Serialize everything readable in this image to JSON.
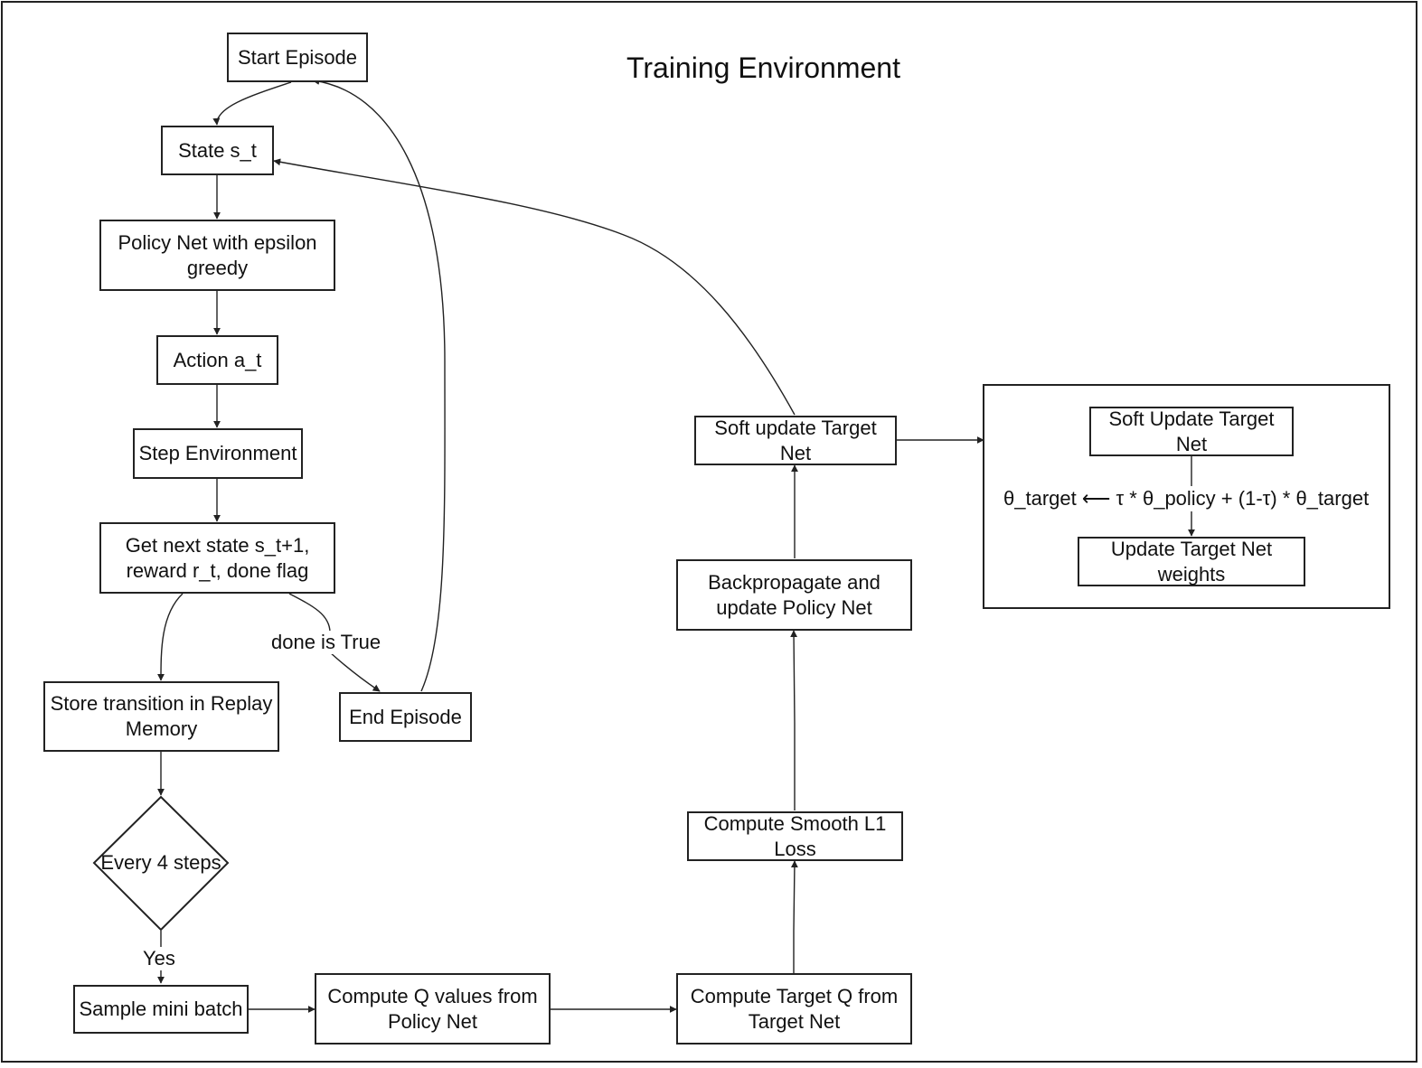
{
  "title": "Training Environment",
  "nodes": {
    "start_episode": "Start Episode",
    "state": "State s_t",
    "policy_net": "Policy Net with epsilon greedy",
    "action": "Action a_t",
    "step_env": "Step Environment",
    "next_state": "Get next state s_t+1, reward r_t, done flag",
    "store_transition": "Store transition in Replay Memory",
    "end_episode": "End Episode",
    "every_4_steps": "Every 4 steps",
    "sample_batch": "Sample mini batch",
    "compute_q": "Compute Q values from Policy Net",
    "compute_target_q": "Compute Target Q from Target Net",
    "smooth_l1": "Compute Smooth L1 Loss",
    "backprop": "Backpropagate and update Policy Net",
    "soft_update": "Soft update Target Net",
    "detail_soft_update": "Soft Update Target Net",
    "detail_update_weights": "Update Target Net weights"
  },
  "edge_labels": {
    "done": "done is True",
    "yes": "Yes",
    "formula": "θ_target ⟵ τ * θ_policy + (1-τ) * θ_target"
  }
}
